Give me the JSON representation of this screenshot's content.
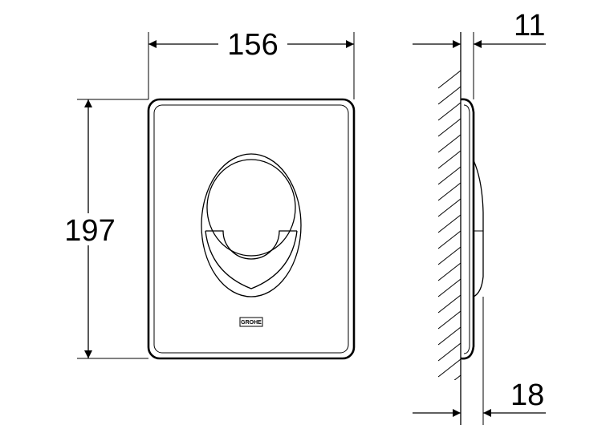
{
  "dimensions": {
    "width": "156",
    "height": "197",
    "plate_depth": "11",
    "total_depth": "18"
  },
  "logo_text": "GROHE"
}
